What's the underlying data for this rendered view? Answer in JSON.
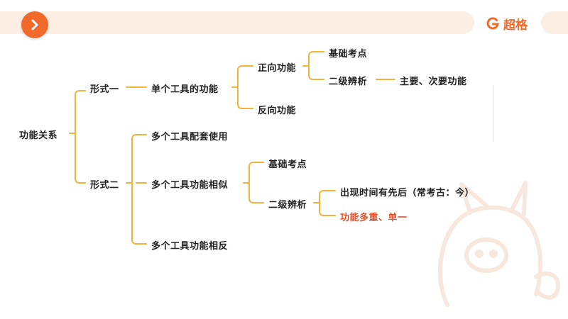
{
  "brand": {
    "name": "超格",
    "accent": "#ef6a2b"
  },
  "diagram": {
    "line_color": "#f2b33d",
    "root": "功能关系",
    "form1": {
      "label": "形式一",
      "child": "单个工具的功能",
      "positive": "正向功能",
      "positive_a": "基础考点",
      "positive_b": "二级辨析",
      "positive_b_detail": "主要、次要功能",
      "negative": "反向功能"
    },
    "form2": {
      "label": "形式二",
      "child1": "多个工具配套使用",
      "child2": "多个工具功能相似",
      "child2_a": "基础考点",
      "child2_b": "二级辨析",
      "child2_b_1": "出现时间有先后（常考古：今）",
      "child2_b_2": "功能多重、单一",
      "child3": "多个工具功能相反"
    }
  }
}
